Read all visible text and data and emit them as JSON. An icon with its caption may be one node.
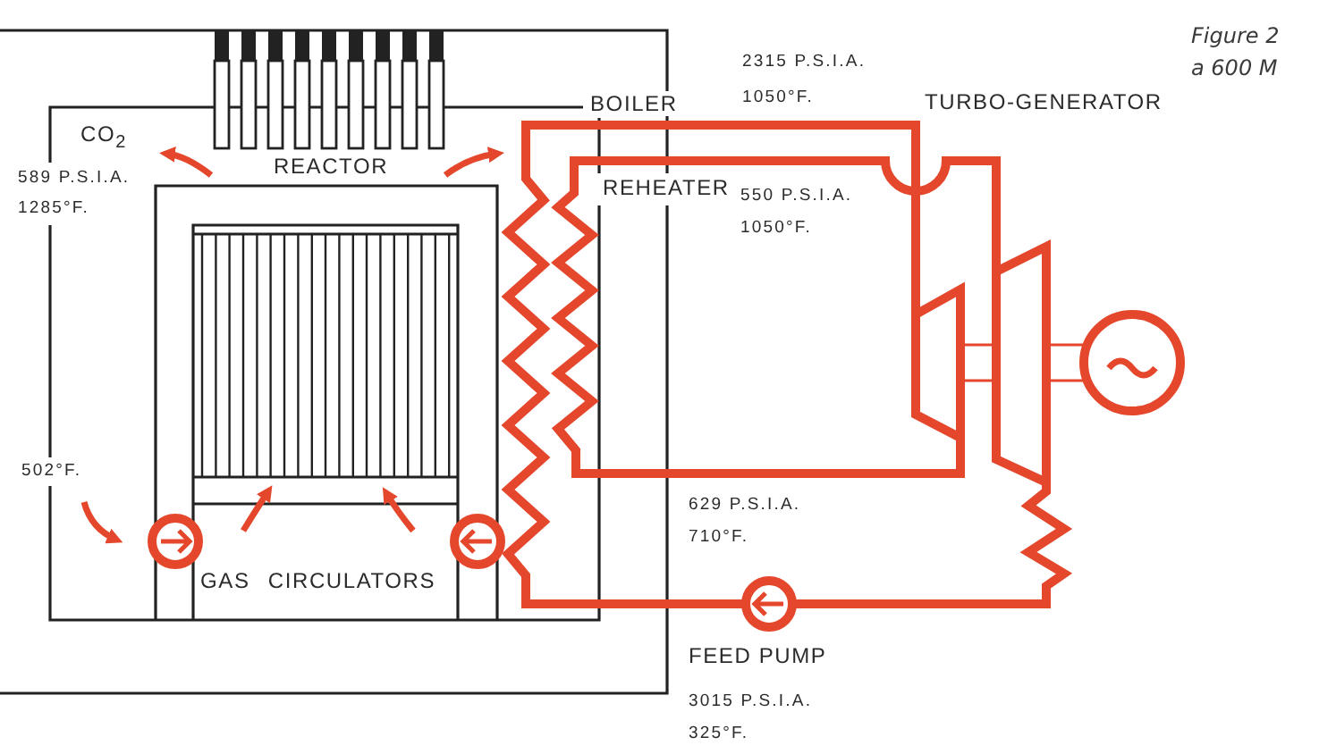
{
  "diagram": {
    "caption": "Figure 2 a 600 M",
    "labels": [
      "2315 P.S.I.A.",
      "1050°F.",
      "BOILER",
      "TURBO-GENERATOR",
      "CO$_{2}$",
      "REACTOR",
      "589 P.S.I.A.",
      "REHEATER",
      "550 P.S.I.A.",
      "1285°F.",
      "1050°F.",
      "502°F.",
      "629 P.S.I.A.",
      "710°F.",
      "GAS CIRCULATORS",
      "FEED PUMP",
      "3015 P.S.I.A.",
      "325°F."
    ]
  }
}
